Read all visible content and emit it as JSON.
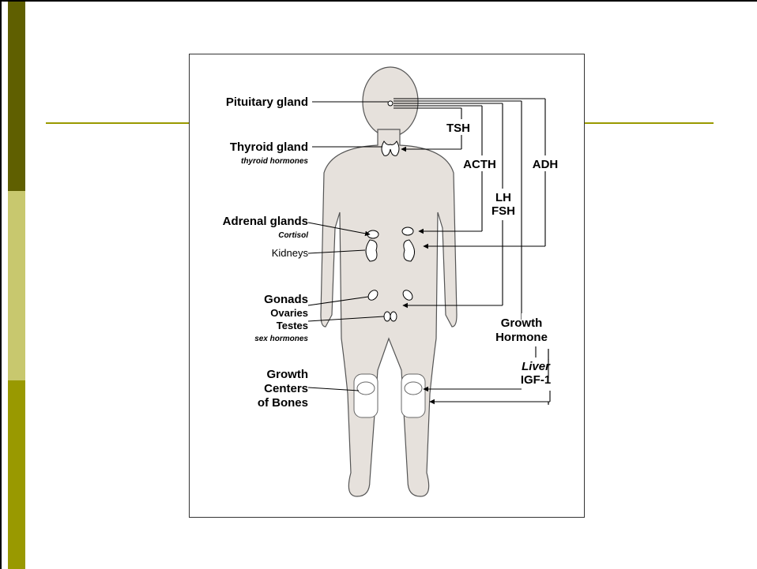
{
  "labels": {
    "pituitary": "Pituitary gland",
    "thyroid": "Thyroid gland",
    "thyroid_sub": "thyroid hormones",
    "adrenal": "Adrenal glands",
    "adrenal_sub": "Cortisol",
    "kidneys": "Kidneys",
    "gonads": "Gonads",
    "ovaries": "Ovaries",
    "testes": "Testes",
    "sex_hormones": "sex hormones",
    "growth_centers_1": "Growth",
    "growth_centers_2": "Centers",
    "growth_centers_3": "of Bones"
  },
  "hormones": {
    "tsh": "TSH",
    "acth": "ACTH",
    "adh": "ADH",
    "lh": "LH",
    "fsh": "FSH",
    "growth_hormone_1": "Growth",
    "growth_hormone_2": "Hormone",
    "liver": "Liver",
    "igf": "IGF-1"
  },
  "colors": {
    "body_fill": "#e6e1dc",
    "accent_dark": "#5f5f00",
    "accent_light": "#c8c86e",
    "accent": "#999900"
  }
}
